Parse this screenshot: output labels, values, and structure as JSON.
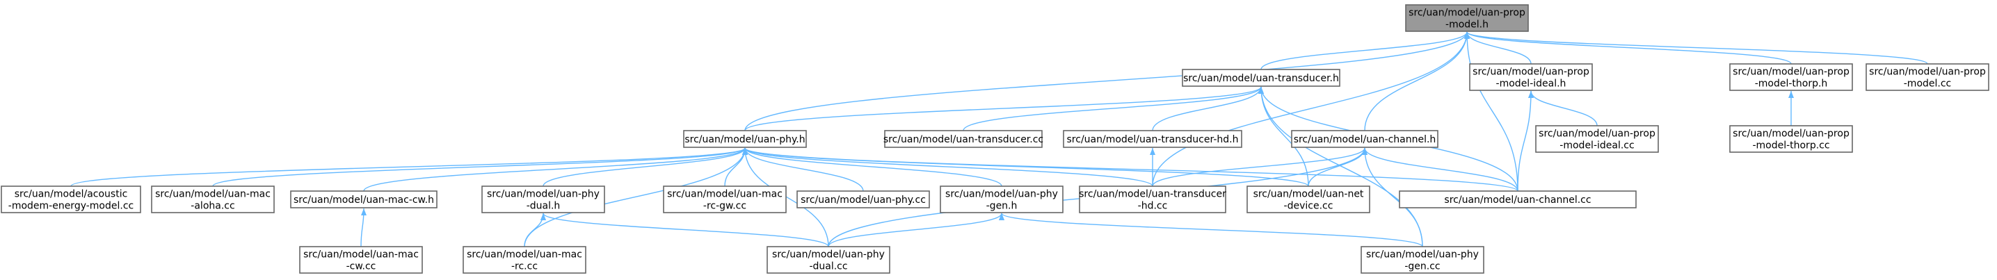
{
  "graph": {
    "nodes": [
      {
        "id": "root",
        "lines": [
          "src/uan/model/uan-prop",
          "-model.h"
        ],
        "highlighted": true
      },
      {
        "id": "transducer-h",
        "lines": [
          "src/uan/model/uan-transducer.h"
        ]
      },
      {
        "id": "prop-model-ideal-h",
        "lines": [
          "src/uan/model/uan-prop",
          "-model-ideal.h"
        ]
      },
      {
        "id": "prop-model-thorp-h",
        "lines": [
          "src/uan/model/uan-prop",
          "-model-thorp.h"
        ]
      },
      {
        "id": "prop-model-cc",
        "lines": [
          "src/uan/model/uan-prop",
          "-model.cc"
        ]
      },
      {
        "id": "phy-h",
        "lines": [
          "src/uan/model/uan-phy.h"
        ]
      },
      {
        "id": "transducer-cc",
        "lines": [
          "src/uan/model/uan-transducer.cc"
        ]
      },
      {
        "id": "transducer-hd-h",
        "lines": [
          "src/uan/model/uan-transducer-hd.h"
        ]
      },
      {
        "id": "channel-h",
        "lines": [
          "src/uan/model/uan-channel.h"
        ]
      },
      {
        "id": "prop-model-ideal-cc",
        "lines": [
          "src/uan/model/uan-prop",
          "-model-ideal.cc"
        ]
      },
      {
        "id": "prop-model-thorp-cc",
        "lines": [
          "src/uan/model/uan-prop",
          "-model-thorp.cc"
        ]
      },
      {
        "id": "acoustic-cc",
        "lines": [
          "src/uan/model/acoustic",
          "-modem-energy-model.cc"
        ]
      },
      {
        "id": "mac-aloha-cc",
        "lines": [
          "src/uan/model/uan-mac",
          "-aloha.cc"
        ]
      },
      {
        "id": "mac-cw-h",
        "lines": [
          "src/uan/model/uan-mac-cw.h"
        ]
      },
      {
        "id": "phy-dual-h",
        "lines": [
          "src/uan/model/uan-phy",
          "-dual.h"
        ]
      },
      {
        "id": "mac-rc-gw-cc",
        "lines": [
          "src/uan/model/uan-mac",
          "-rc-gw.cc"
        ]
      },
      {
        "id": "phy-cc",
        "lines": [
          "src/uan/model/uan-phy.cc"
        ]
      },
      {
        "id": "phy-gen-h",
        "lines": [
          "src/uan/model/uan-phy",
          "-gen.h"
        ]
      },
      {
        "id": "transducer-hd-cc",
        "lines": [
          "src/uan/model/uan-transducer",
          "-hd.cc"
        ]
      },
      {
        "id": "net-device-cc",
        "lines": [
          "src/uan/model/uan-net",
          "-device.cc"
        ]
      },
      {
        "id": "channel-cc",
        "lines": [
          "src/uan/model/uan-channel.cc"
        ]
      },
      {
        "id": "mac-cw-cc",
        "lines": [
          "src/uan/model/uan-mac",
          "-cw.cc"
        ]
      },
      {
        "id": "mac-rc-cc",
        "lines": [
          "src/uan/model/uan-mac",
          "-rc.cc"
        ]
      },
      {
        "id": "phy-dual-cc",
        "lines": [
          "src/uan/model/uan-phy",
          "-dual.cc"
        ]
      },
      {
        "id": "phy-gen-cc",
        "lines": [
          "src/uan/model/uan-phy",
          "-gen.cc"
        ]
      }
    ],
    "edges": [
      [
        "root",
        "transducer-h"
      ],
      [
        "root",
        "prop-model-ideal-h"
      ],
      [
        "root",
        "prop-model-thorp-h"
      ],
      [
        "root",
        "prop-model-cc"
      ],
      [
        "root",
        "phy-h"
      ],
      [
        "root",
        "channel-h"
      ],
      [
        "root",
        "channel-cc"
      ],
      [
        "root",
        "transducer-hd-cc"
      ],
      [
        "transducer-h",
        "phy-h"
      ],
      [
        "transducer-h",
        "transducer-cc"
      ],
      [
        "transducer-h",
        "transducer-hd-h"
      ],
      [
        "transducer-h",
        "net-device-cc"
      ],
      [
        "transducer-h",
        "channel-cc"
      ],
      [
        "transducer-h",
        "phy-gen-cc"
      ],
      [
        "prop-model-ideal-h",
        "prop-model-ideal-cc"
      ],
      [
        "prop-model-ideal-h",
        "channel-cc"
      ],
      [
        "prop-model-thorp-h",
        "prop-model-thorp-cc"
      ],
      [
        "phy-h",
        "acoustic-cc"
      ],
      [
        "phy-h",
        "mac-aloha-cc"
      ],
      [
        "phy-h",
        "mac-cw-h"
      ],
      [
        "phy-h",
        "phy-dual-h"
      ],
      [
        "phy-h",
        "mac-rc-gw-cc"
      ],
      [
        "phy-h",
        "phy-cc"
      ],
      [
        "phy-h",
        "phy-gen-h"
      ],
      [
        "phy-h",
        "transducer-hd-cc"
      ],
      [
        "phy-h",
        "net-device-cc"
      ],
      [
        "phy-h",
        "channel-cc"
      ],
      [
        "phy-h",
        "mac-rc-cc"
      ],
      [
        "phy-h",
        "phy-dual-cc"
      ],
      [
        "transducer-hd-h",
        "transducer-hd-cc"
      ],
      [
        "channel-h",
        "transducer-hd-cc"
      ],
      [
        "channel-h",
        "net-device-cc"
      ],
      [
        "channel-h",
        "channel-cc"
      ],
      [
        "channel-h",
        "phy-dual-cc"
      ],
      [
        "channel-h",
        "phy-gen-cc"
      ],
      [
        "mac-cw-h",
        "mac-cw-cc"
      ],
      [
        "phy-dual-h",
        "mac-rc-cc"
      ],
      [
        "phy-dual-h",
        "phy-dual-cc"
      ],
      [
        "phy-gen-h",
        "phy-dual-cc"
      ],
      [
        "phy-gen-h",
        "phy-gen-cc"
      ]
    ]
  },
  "colors": {
    "edge": "#63B8FF",
    "node_border": "#666666",
    "root_fill": "#999999",
    "node_fill": "#ffffff"
  }
}
